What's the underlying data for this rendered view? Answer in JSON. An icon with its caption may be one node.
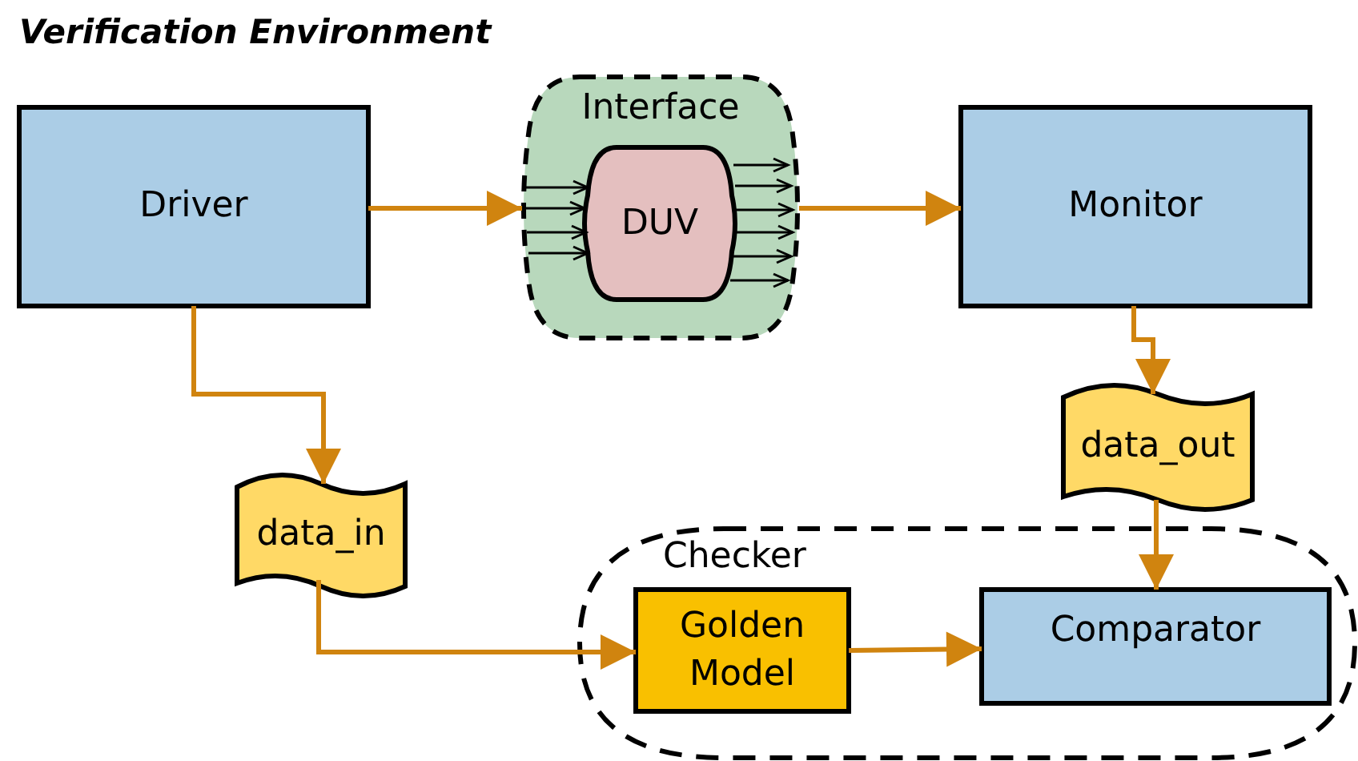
{
  "diagram": {
    "title": "Verification Environment",
    "nodes": [
      {
        "text": [
          "Driver"
        ]
      },
      {
        "text": [
          "Interface"
        ]
      },
      {
        "text": [
          "DUV"
        ],
        "in": 1
      },
      {
        "text": [
          "Monitor"
        ]
      },
      {
        "text": [
          "data_in"
        ]
      },
      {
        "text": [
          "data_out"
        ]
      },
      {
        "text": [
          "Checker"
        ]
      },
      {
        "text": [
          "Golden Model"
        ],
        "in": 6
      },
      {
        "text": [
          "Comparator"
        ],
        "in": 6
      }
    ],
    "edges": [
      {
        "from": 0,
        "to": 1,
        "arrow": "to",
        "color": "#d0840f"
      },
      {
        "from": 1,
        "to": 3,
        "arrow": "to",
        "color": "#d0840f"
      },
      {
        "from": 0,
        "to": 4,
        "arrow": "to",
        "color": "#d0840f"
      },
      {
        "from": 3,
        "to": 5,
        "arrow": "to",
        "color": "#d0840f"
      },
      {
        "from": 4,
        "to": 7,
        "arrow": "to",
        "color": "#d0840f"
      },
      {
        "from": 7,
        "to": 8,
        "arrow": "to",
        "color": "#d0840f"
      },
      {
        "from": 5,
        "to": 8,
        "arrow": "to",
        "color": "#d0840f"
      },
      {
        "from": 1,
        "to": 2,
        "arrow": "to"
      },
      {
        "from": 1,
        "to": 2,
        "arrow": "to"
      },
      {
        "from": 1,
        "to": 2,
        "arrow": "to"
      },
      {
        "from": 1,
        "to": 2,
        "arrow": "to"
      },
      {
        "from": 2,
        "to": 1,
        "arrow": "to"
      },
      {
        "from": 2,
        "to": 1,
        "arrow": "to"
      },
      {
        "from": 2,
        "to": 1,
        "arrow": "to"
      },
      {
        "from": 2,
        "to": 1,
        "arrow": "to"
      },
      {
        "from": 2,
        "to": 1,
        "arrow": "to"
      },
      {
        "from": 2,
        "to": 1,
        "arrow": "to"
      }
    ]
  }
}
